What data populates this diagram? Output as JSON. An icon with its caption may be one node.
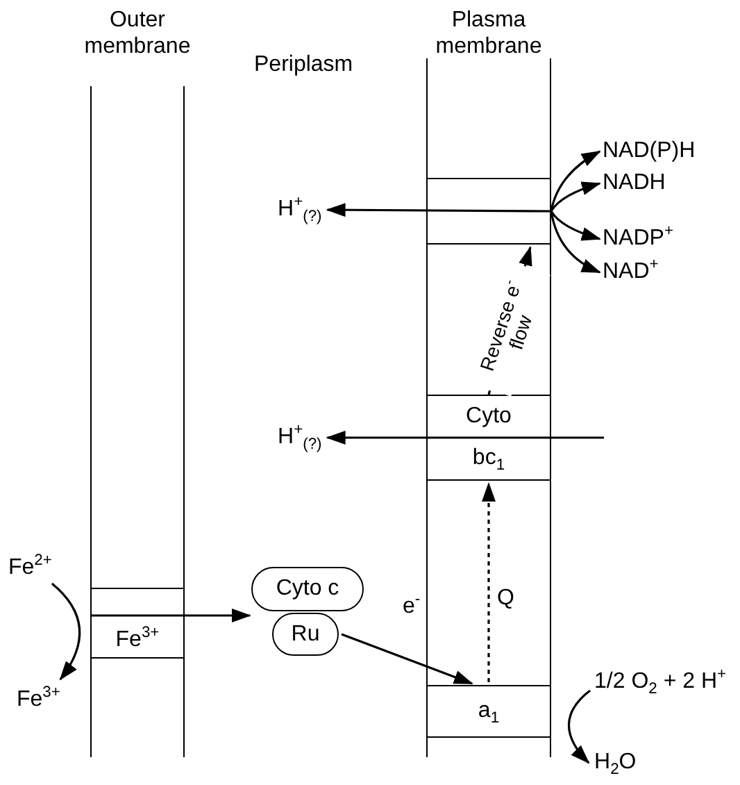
{
  "diagram": {
    "nodes": [
      {
        "text": [
          "Outer membrane"
        ]
      },
      {
        "text": [
          "Fe$^{3+}$"
        ],
        "in": 0
      },
      {
        "text": [
          "Plasma membrane"
        ]
      },
      {
        "text": [],
        "shape": "box",
        "in": 2
      },
      {
        "text": [
          "Cyto bc$_{1}$"
        ],
        "in": 2
      },
      {
        "text": [
          "a$_{1}$"
        ],
        "in": 2
      },
      {
        "text": [
          "Cyto c"
        ]
      },
      {
        "text": [
          "Ru"
        ]
      },
      {
        "text": [
          "Fe$^{2+}$"
        ]
      },
      {
        "text": [
          "Fe$^{3+}$"
        ]
      },
      {
        "text": [
          "H$^{+}$$_{(?)}$"
        ]
      },
      {
        "text": [
          "H$^{+}$$_{(?)}$"
        ]
      },
      {
        "text": [
          "NAD(P)H"
        ]
      },
      {
        "text": [
          "NADH"
        ]
      },
      {
        "text": [
          "NADP$^{+}$"
        ]
      },
      {
        "text": [
          "NAD$^{+}$"
        ]
      },
      {
        "text": [
          "1/2 O$_{2}$ + 2 H$^{+}$"
        ]
      },
      {
        "text": [
          "H$_{2}$O"
        ]
      }
    ],
    "edges": [
      {
        "from": 8,
        "to": 9,
        "arrow": "to"
      },
      {
        "from": 1,
        "to": 6,
        "arrow": "to"
      },
      {
        "from": 7,
        "to": 5,
        "arrow": "to",
        "label": "e$^{-}$"
      },
      {
        "from": 5,
        "to": 4,
        "arrow": "to",
        "label": "Q",
        "style": "dashed"
      },
      {
        "from": 4,
        "to": 3,
        "arrow": "to",
        "label": "Reverse e$^{-}$ flow",
        "style": "dashed"
      },
      {
        "from": 3,
        "to": 10,
        "arrow": "to"
      },
      {
        "from": 4,
        "to": 11,
        "arrow": "to"
      },
      {
        "from": 3,
        "to": 12,
        "arrow": "to"
      },
      {
        "from": 3,
        "to": 13,
        "arrow": "to"
      },
      {
        "from": 3,
        "to": 14,
        "arrow": "to"
      },
      {
        "from": 3,
        "to": 15,
        "arrow": "to"
      },
      {
        "from": 16,
        "to": 17,
        "arrow": "to"
      }
    ],
    "labels": [
      "Periplasm"
    ]
  }
}
